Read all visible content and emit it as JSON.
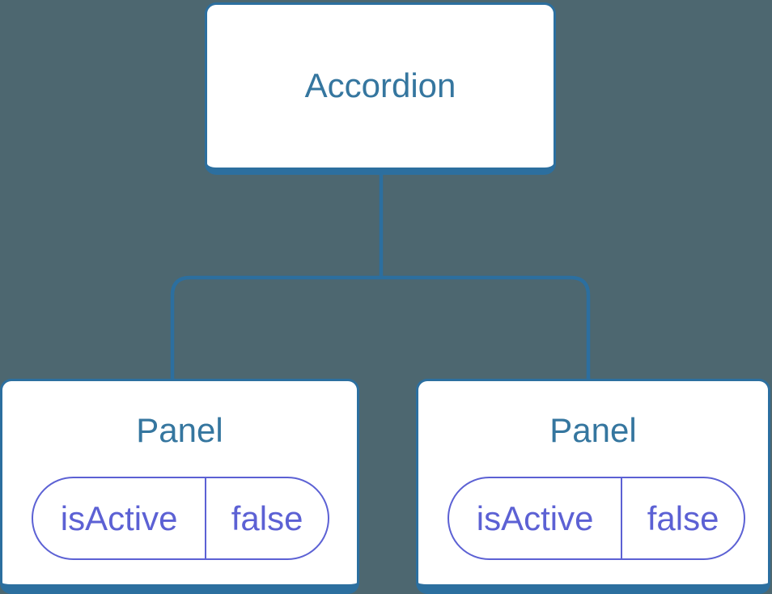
{
  "diagram": {
    "type": "component-tree",
    "background_color": "#4D6770",
    "connector_color": "#2C6F9F",
    "node_style": {
      "fill": "#FFFFFF",
      "border_color": "#2C6F9F",
      "label_color": "#35769F"
    },
    "state_pill_style": {
      "border_color": "#5C61D4",
      "text_color": "#5C61D4"
    },
    "root": {
      "label": "Accordion"
    },
    "children": [
      {
        "label": "Panel",
        "state": {
          "name": "isActive",
          "value": "false"
        }
      },
      {
        "label": "Panel",
        "state": {
          "name": "isActive",
          "value": "false"
        }
      }
    ]
  }
}
